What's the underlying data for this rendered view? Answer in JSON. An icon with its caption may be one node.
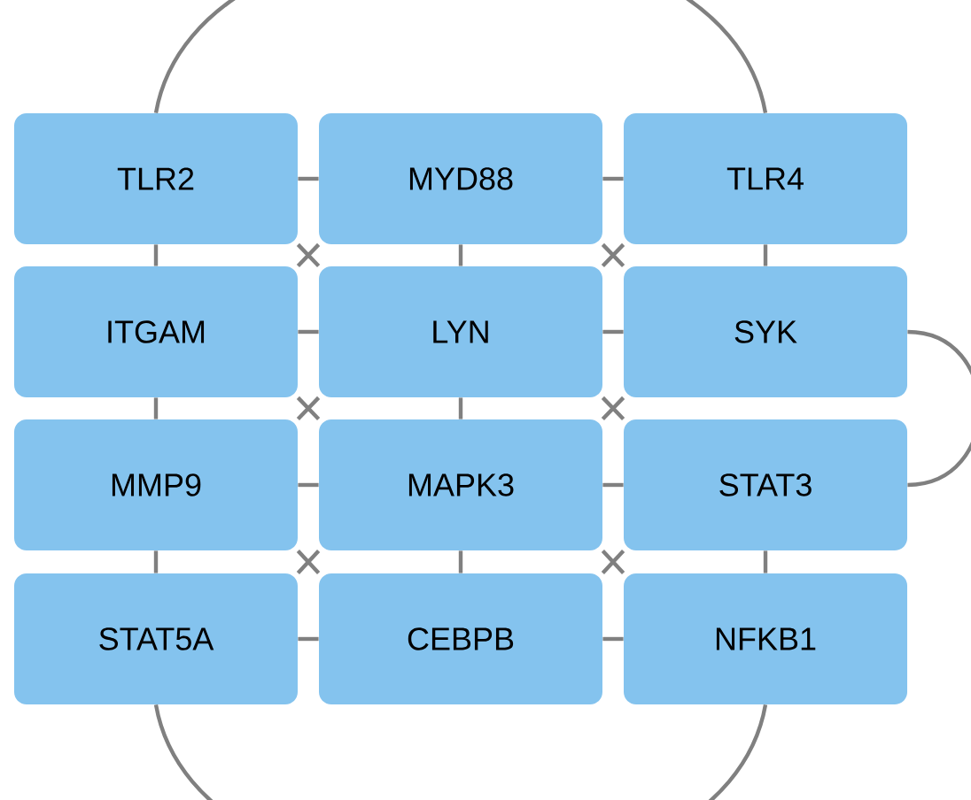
{
  "diagram": {
    "nodes": [
      {
        "text": [
          "TLR2"
        ]
      },
      {
        "text": [
          "MYD88"
        ]
      },
      {
        "text": [
          "TLR4"
        ]
      },
      {
        "text": [
          "ITGAM"
        ]
      },
      {
        "text": [
          "LYN"
        ]
      },
      {
        "text": [
          "SYK"
        ]
      },
      {
        "text": [
          "MMP9"
        ]
      },
      {
        "text": [
          "MAPK3"
        ]
      },
      {
        "text": [
          "STAT3"
        ]
      },
      {
        "text": [
          "STAT5A"
        ]
      },
      {
        "text": [
          "CEBPB"
        ]
      },
      {
        "text": [
          "NFKB1"
        ]
      }
    ],
    "edges": [
      {
        "from": 0,
        "to": 1,
        "arrow": "none"
      },
      {
        "from": 1,
        "to": 2,
        "arrow": "none"
      },
      {
        "from": 3,
        "to": 4,
        "arrow": "none"
      },
      {
        "from": 4,
        "to": 5,
        "arrow": "none"
      },
      {
        "from": 6,
        "to": 7,
        "arrow": "none"
      },
      {
        "from": 7,
        "to": 8,
        "arrow": "none"
      },
      {
        "from": 9,
        "to": 10,
        "arrow": "none"
      },
      {
        "from": 10,
        "to": 11,
        "arrow": "none"
      },
      {
        "from": 0,
        "to": 3,
        "arrow": "none"
      },
      {
        "from": 3,
        "to": 6,
        "arrow": "none"
      },
      {
        "from": 6,
        "to": 9,
        "arrow": "none"
      },
      {
        "from": 1,
        "to": 4,
        "arrow": "none"
      },
      {
        "from": 4,
        "to": 7,
        "arrow": "none"
      },
      {
        "from": 7,
        "to": 10,
        "arrow": "none"
      },
      {
        "from": 2,
        "to": 5,
        "arrow": "none"
      },
      {
        "from": 5,
        "to": 8,
        "arrow": "none"
      },
      {
        "from": 8,
        "to": 11,
        "arrow": "none"
      },
      {
        "from": 0,
        "to": 4,
        "arrow": "none"
      },
      {
        "from": 1,
        "to": 5,
        "arrow": "none"
      },
      {
        "from": 3,
        "to": 7,
        "arrow": "none"
      },
      {
        "from": 4,
        "to": 8,
        "arrow": "none"
      },
      {
        "from": 6,
        "to": 10,
        "arrow": "none"
      },
      {
        "from": 7,
        "to": 11,
        "arrow": "none"
      },
      {
        "from": 1,
        "to": 3,
        "arrow": "none"
      },
      {
        "from": 2,
        "to": 4,
        "arrow": "none"
      },
      {
        "from": 4,
        "to": 6,
        "arrow": "none"
      },
      {
        "from": 5,
        "to": 7,
        "arrow": "none"
      },
      {
        "from": 7,
        "to": 9,
        "arrow": "none"
      },
      {
        "from": 8,
        "to": 10,
        "arrow": "none"
      },
      {
        "from": 0,
        "to": 2,
        "arrow": "none"
      },
      {
        "from": 9,
        "to": 11,
        "arrow": "none"
      }
    ]
  }
}
